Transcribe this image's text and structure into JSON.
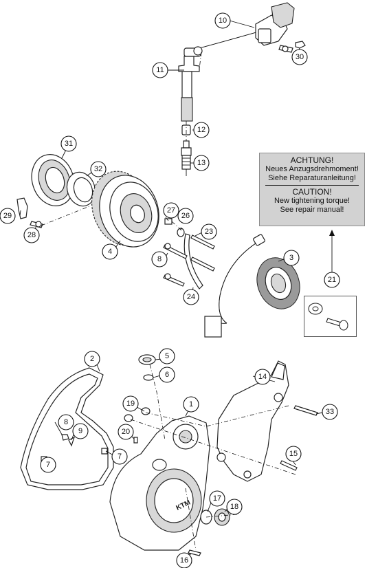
{
  "notice": {
    "de_title": "ACHTUNG!",
    "de_line1": "Neues Anzugsdrehmoment!",
    "de_line2": "Siehe Reparaturanleitung!",
    "en_title": "CAUTION!",
    "en_line1": "New tightening torque!",
    "en_line2": "See repair manual!"
  },
  "callouts": {
    "p1": "1",
    "p2": "2",
    "p3": "3",
    "p4": "4",
    "p5": "5",
    "p6": "6",
    "p7a": "7",
    "p7b": "7",
    "p8a": "8",
    "p8b": "8",
    "p9": "9",
    "p10": "10",
    "p11": "11",
    "p12": "12",
    "p13": "13",
    "p14": "14",
    "p15": "15",
    "p16": "16",
    "p17": "17",
    "p18": "18",
    "p19": "19",
    "p20": "20",
    "p21": "21",
    "p23": "23",
    "p24": "24",
    "p26": "26",
    "p27": "27",
    "p28": "28",
    "p29": "29",
    "p30": "30",
    "p31": "31",
    "p32": "32",
    "p33": "33"
  },
  "cover_brand": "KTM"
}
